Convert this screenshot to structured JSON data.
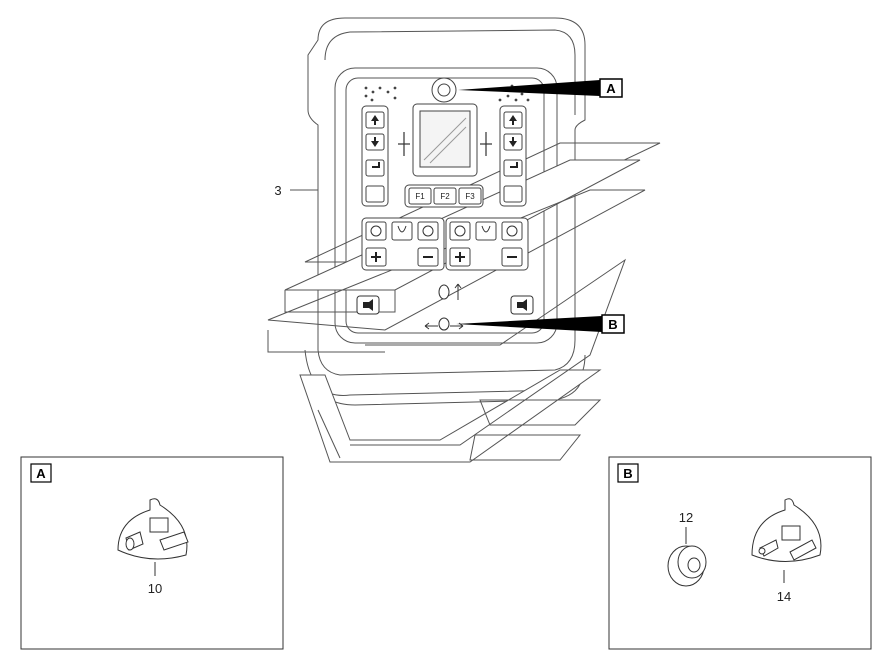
{
  "callouts": {
    "detail_a": "A",
    "detail_b": "B"
  },
  "part_numbers": {
    "console": "3",
    "kit_a": "10",
    "knob": "12",
    "kit_b": "14"
  },
  "function_keys": [
    "F1",
    "F2",
    "F3"
  ],
  "colors": {
    "line": "#555555",
    "fill": "#ffffff",
    "callout": "#000000"
  }
}
